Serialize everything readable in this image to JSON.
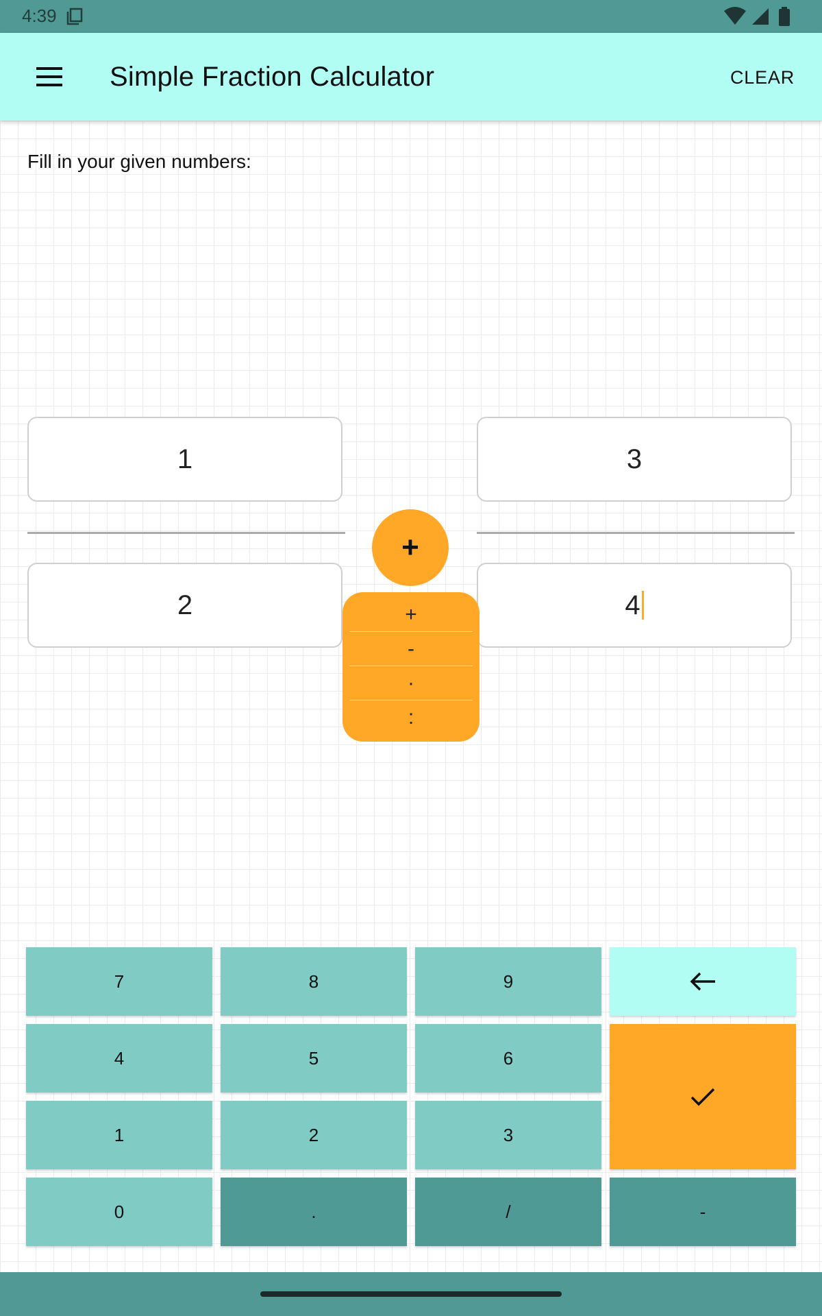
{
  "status_bar": {
    "time": "4:39",
    "icons": [
      "screenshot-icon",
      "wifi-icon",
      "signal-icon",
      "battery-icon"
    ]
  },
  "app_bar": {
    "title": "Simple Fraction Calculator",
    "clear_label": "CLEAR",
    "menu_icon": "hamburger-menu-icon"
  },
  "content": {
    "prompt": "Fill in your given numbers:",
    "fraction_left": {
      "numerator": "1",
      "denominator": "2"
    },
    "fraction_right": {
      "numerator": "3",
      "denominator": "4"
    },
    "operator": {
      "selected": "+",
      "options": [
        "+",
        "-",
        "·",
        ":"
      ]
    }
  },
  "keypad": {
    "keys": [
      "7",
      "8",
      "9",
      "4",
      "5",
      "6",
      "1",
      "2",
      "3",
      "0",
      ".",
      "/",
      "-"
    ],
    "backspace_icon": "arrow-left-icon",
    "confirm_icon": "checkmark-icon"
  },
  "colors": {
    "status_bar": "#519994",
    "app_bar": "#b2fdf3",
    "accent": "#ffa726",
    "key_light": "#80cbc4",
    "key_dark": "#4f9a94"
  }
}
